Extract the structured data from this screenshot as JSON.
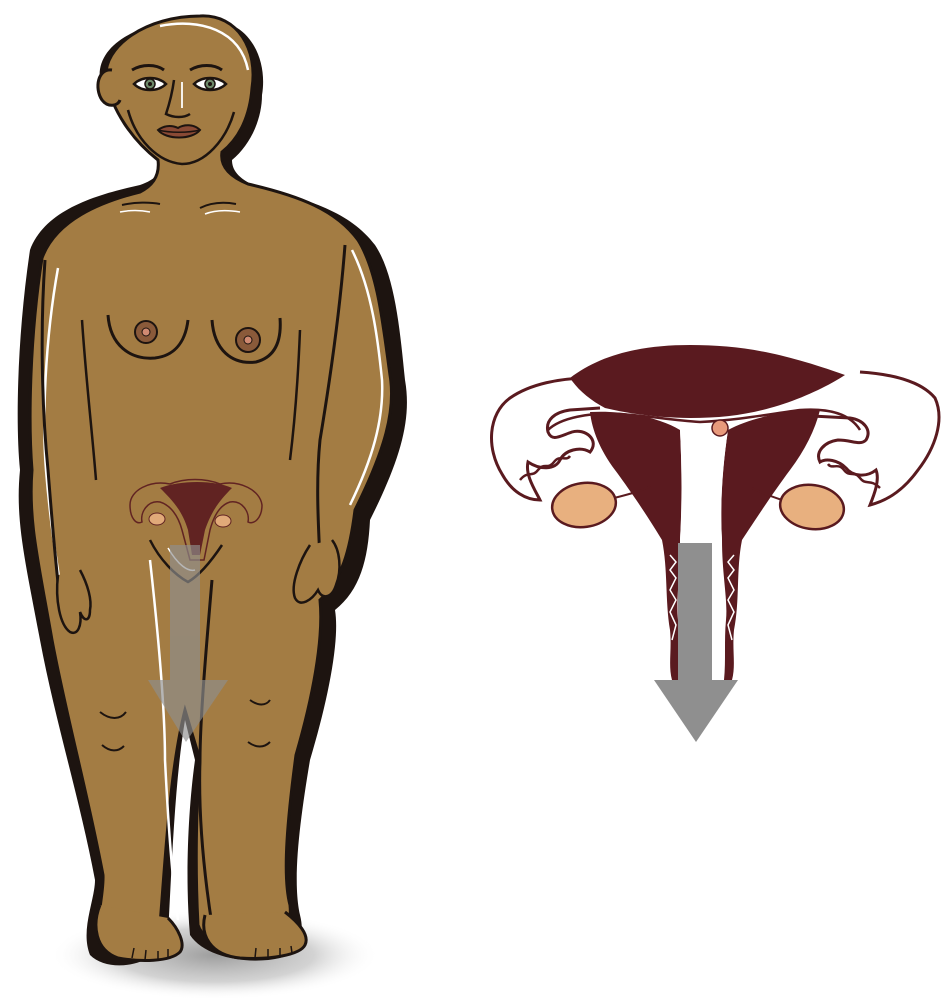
{
  "illustration": {
    "figure": {
      "subject": "standing-woman",
      "skin_color": "#a37c43",
      "outline_color": "#1d1410",
      "eye_color": "#6e8a6a",
      "lip_color": "#8a4a35",
      "shadow_color": "#c9c9c9"
    },
    "organ": {
      "subject": "uterus-fallopian-tubes-ovaries",
      "uterus_color": "#5a1a1f",
      "ovary_color": "#e8b07f",
      "tube_outline_color": "#5a1a1f",
      "follicle_color": "#e89a7c"
    },
    "arrow": {
      "meaning": "downward-flow",
      "color": "#8f8f8f"
    }
  }
}
